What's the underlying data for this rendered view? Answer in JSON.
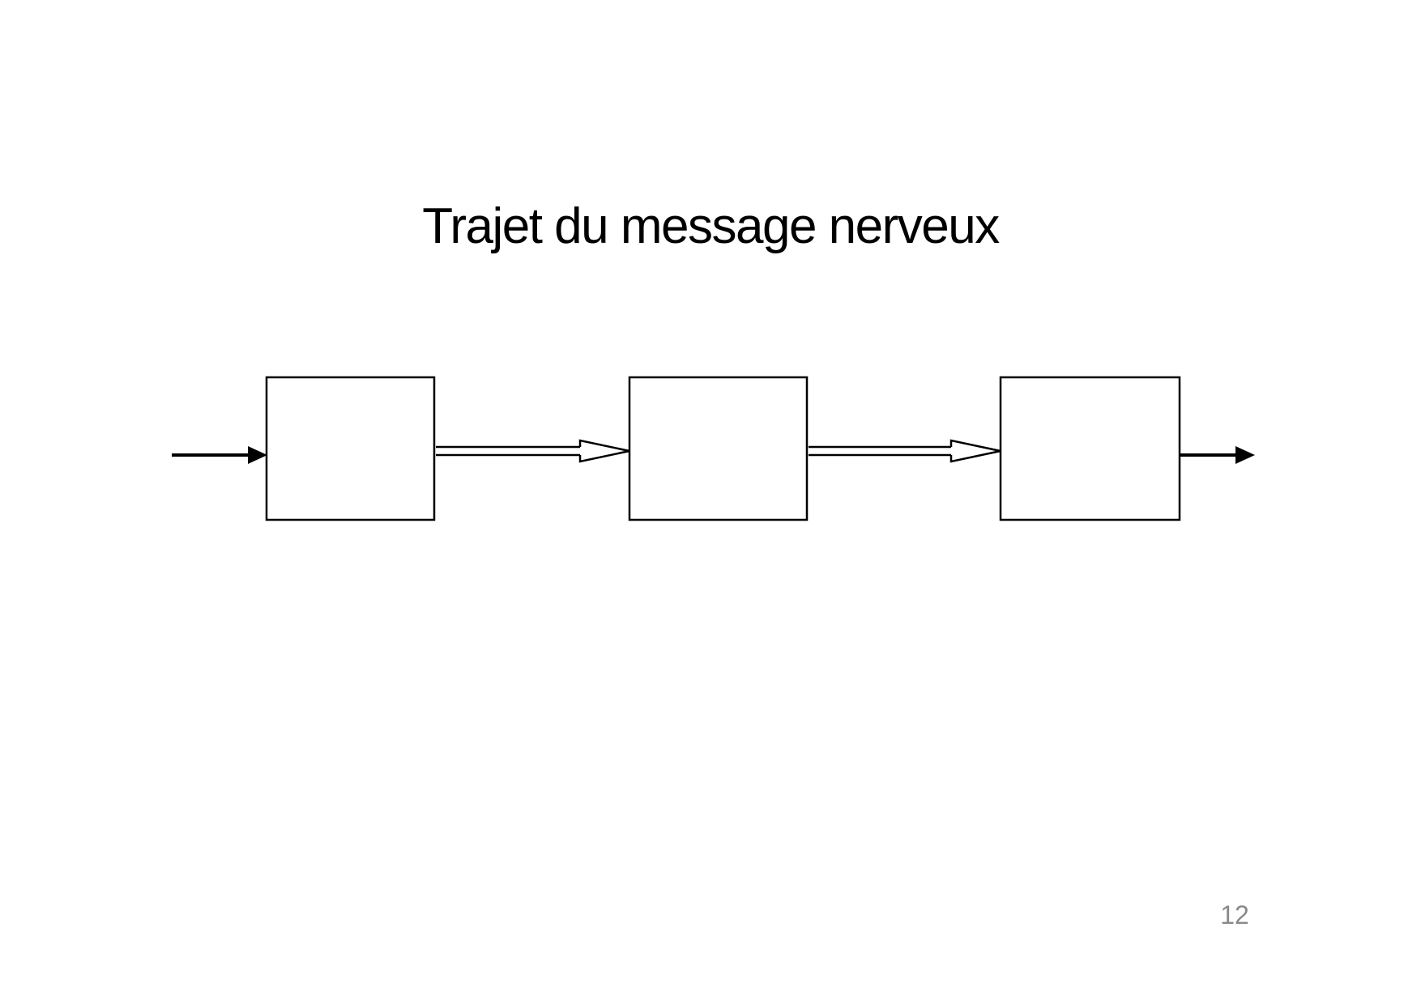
{
  "slide": {
    "title": "Trajet du message nerveux",
    "page_number": "12",
    "colors": {
      "background": "#ffffff",
      "title_text": "#000000",
      "shape_stroke": "#000000",
      "shape_fill": "#ffffff",
      "page_number_text": "#898989"
    },
    "diagram": {
      "description": "Three empty rectangular boxes in a horizontal row connected left-to-right by arrows",
      "boxes": [
        {
          "id": "flow-box-1",
          "label": ""
        },
        {
          "id": "flow-box-2",
          "label": ""
        },
        {
          "id": "flow-box-3",
          "label": ""
        }
      ],
      "arrows": [
        {
          "id": "incoming-arrow",
          "style": "solid-filled-head",
          "from": "slide-left",
          "to": "flow-box-1"
        },
        {
          "id": "open-arrow-1",
          "style": "double-line-open-head",
          "from": "flow-box-1",
          "to": "flow-box-2"
        },
        {
          "id": "open-arrow-2",
          "style": "double-line-open-head",
          "from": "flow-box-2",
          "to": "flow-box-3"
        },
        {
          "id": "outgoing-arrow",
          "style": "solid-filled-head",
          "from": "flow-box-3",
          "to": "slide-right"
        }
      ]
    }
  }
}
